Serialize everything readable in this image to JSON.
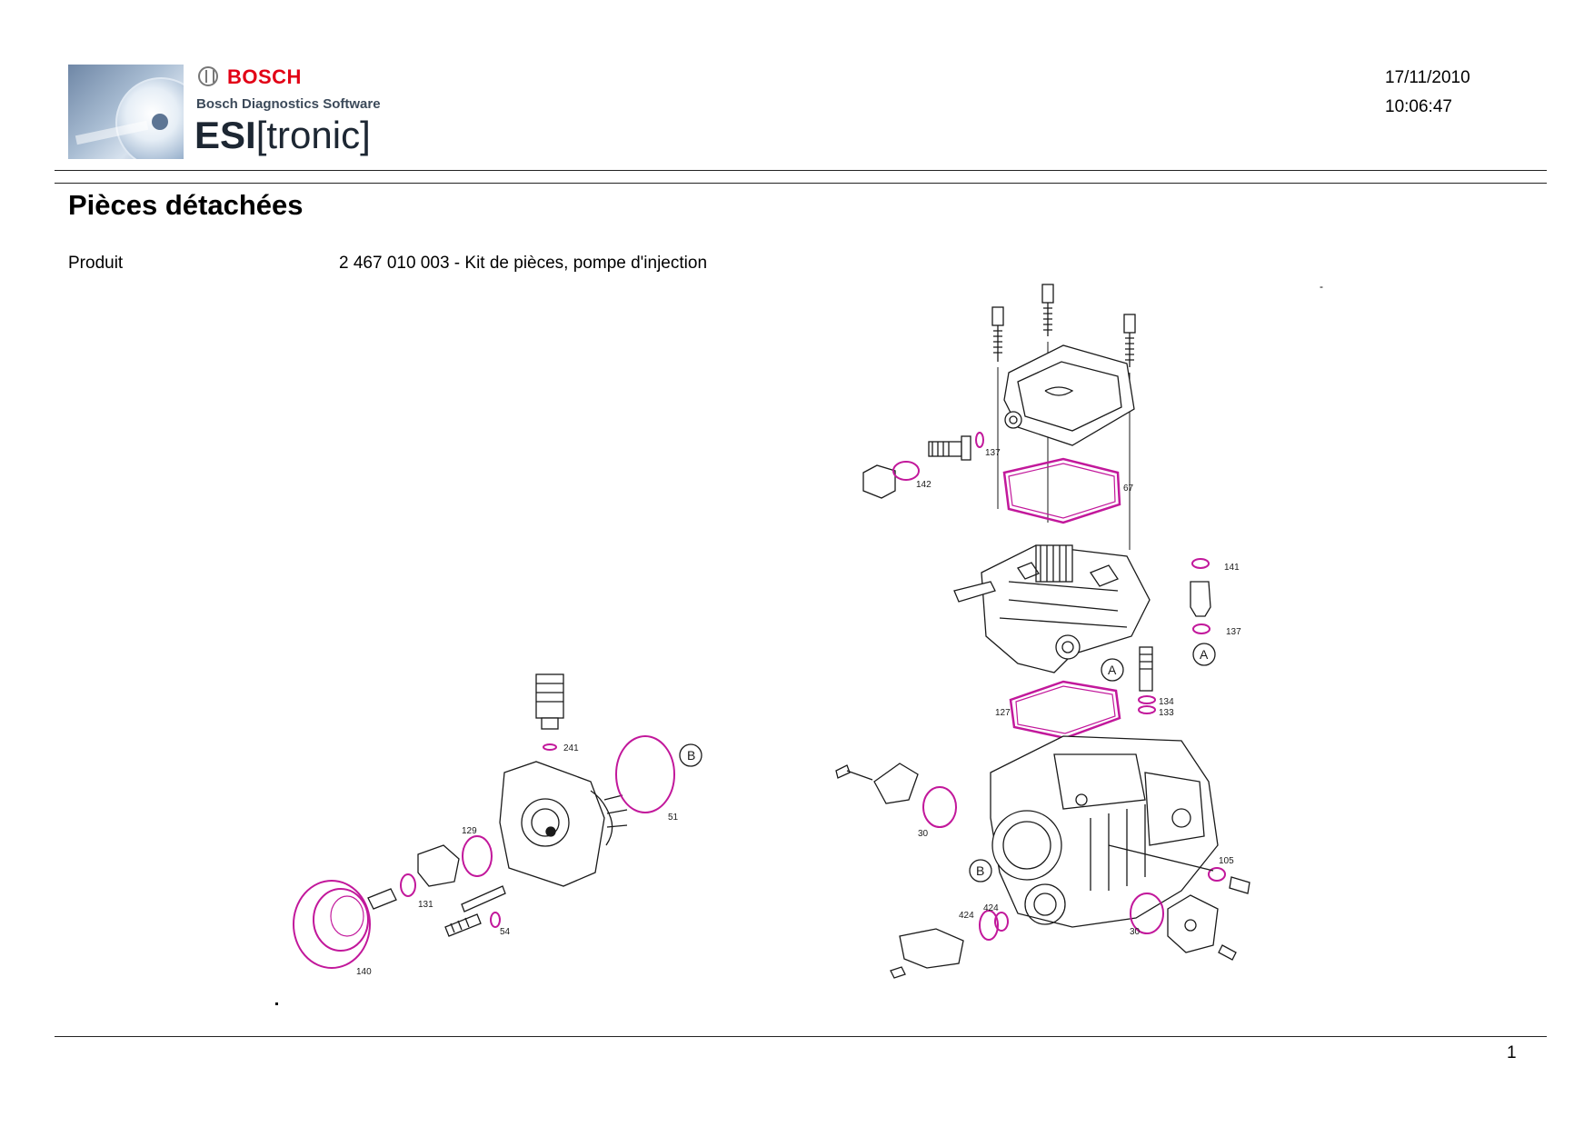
{
  "header": {
    "brand": "BOSCH",
    "software_line": "Bosch Diagnostics Software",
    "product_name_bold": "ESI",
    "product_name_rest": "[tronic]",
    "date": "17/11/2010",
    "time": "10:06:47"
  },
  "page": {
    "title": "Pièces détachées",
    "product_label": "Produit",
    "product_value": "2 467 010 003 - Kit de pièces, pompe d'injection",
    "dash": "-",
    "page_number": "1"
  },
  "diagram": {
    "left_callouts": [
      "241",
      "129",
      "131",
      "54",
      "51",
      "140"
    ],
    "left_letters": [
      "B"
    ],
    "right_callouts": [
      "137",
      "142",
      "67",
      "141",
      "137",
      "134",
      "133",
      "127",
      "105",
      "30",
      "30",
      "424",
      "424"
    ],
    "right_letters": [
      "A",
      "A",
      "B"
    ],
    "highlight_color": "#c2189b",
    "line_color": "#1a1a1a"
  }
}
